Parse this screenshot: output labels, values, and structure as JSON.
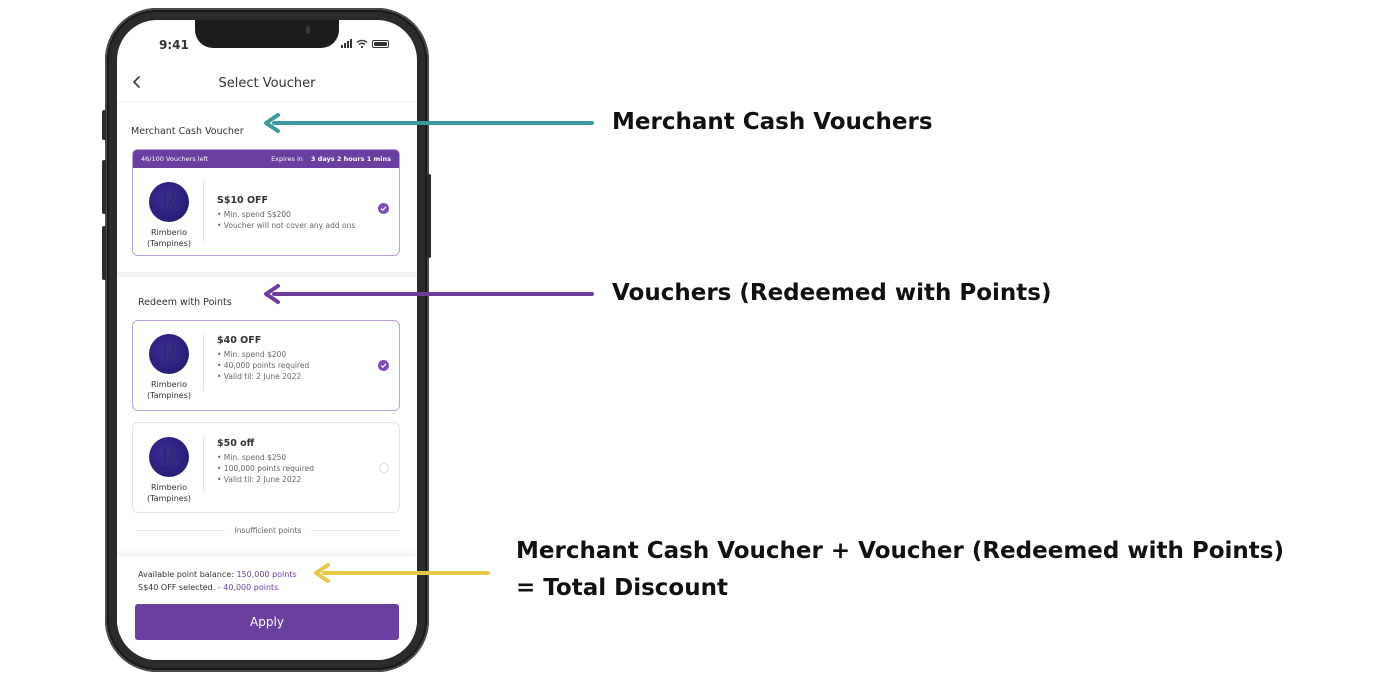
{
  "status_bar": {
    "time": "9:41"
  },
  "nav": {
    "title": "Select Voucher"
  },
  "merchant_section": {
    "title": "Merchant Cash Voucher",
    "card": {
      "vouchers_left": "46/100 Vouchers left",
      "expires_label": "Expires in",
      "expires_value": "3 days 2 hours 1 mins",
      "merchant_name_1": "Rimberio",
      "merchant_name_2": "(Tampines)",
      "logo_letter": "R",
      "offer_title": "S$10 OFF",
      "details": [
        "• Min. spend S$200",
        "• Voucher will not cover any add ons"
      ],
      "selected": true
    }
  },
  "points_section": {
    "title": "Redeem with Points",
    "cards": [
      {
        "merchant_name_1": "Rimberio",
        "merchant_name_2": "(Tampines)",
        "logo_letter": "R",
        "offer_title": "$40 OFF",
        "details": [
          "• Min. spend $200",
          "• 40,000 points required",
          "• Valid til: 2 June 2022"
        ],
        "selected": true
      },
      {
        "merchant_name_1": "Rimberio",
        "merchant_name_2": "(Tampines)",
        "logo_letter": "R",
        "offer_title": "$50 off",
        "details": [
          "• Min. spend $250",
          "• 100,000 points required",
          "• Valid til: 2 June 2022"
        ],
        "selected": false
      }
    ],
    "insufficient_label": "Insufficient points"
  },
  "footer": {
    "balance_label": "Available point balance: ",
    "balance_value": "150,000 points",
    "selected_label": "S$40 OFF selected. ",
    "selected_value": "- 40,000 points",
    "apply_label": "Apply"
  },
  "annotations": {
    "merchant": "Merchant Cash Vouchers",
    "points": "Vouchers (Redeemed with Points)",
    "total_line1": "Merchant Cash Voucher + Voucher (Redeemed with Points)",
    "total_line2": "= Total Discount"
  },
  "colors": {
    "accent": "#6a3fa0",
    "arrow_teal": "#3a9a9a",
    "arrow_purple": "#6f3c9b",
    "arrow_yellow": "#e8c84a"
  }
}
